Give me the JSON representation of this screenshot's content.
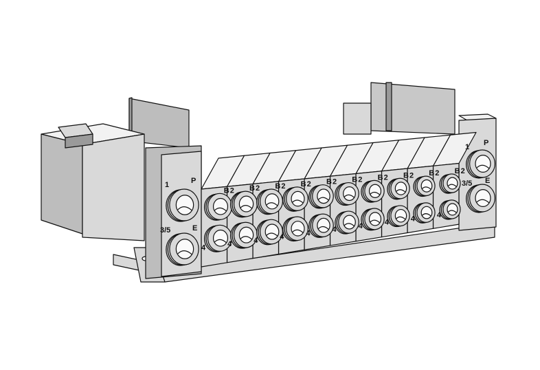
{
  "colors": {
    "body": "#d9d9d9",
    "side": "#bdbdbd",
    "dark": "#9a9a9a",
    "top": "#f2f2f2",
    "outline": "#111111"
  },
  "left_end": {
    "supply_num": "1",
    "supply_letter": "P",
    "exhaust_num": "3/5",
    "exhaust_letter": "E"
  },
  "right_end": {
    "supply_num": "1",
    "supply_letter": "P",
    "exhaust_num": "3/5",
    "exhaust_letter": "E"
  },
  "stations": [
    {
      "b_letter": "B",
      "b_num": "2",
      "a_num": "4"
    },
    {
      "b_letter": "B",
      "b_num": "2",
      "a_num": "4"
    },
    {
      "b_letter": "B",
      "b_num": "2",
      "a_num": "4"
    },
    {
      "b_letter": "B",
      "b_num": "2",
      "a_num": "4"
    },
    {
      "b_letter": "B",
      "b_num": "2",
      "a_num": "4"
    },
    {
      "b_letter": "B",
      "b_num": "2",
      "a_num": "4"
    },
    {
      "b_letter": "B",
      "b_num": "2",
      "a_num": "4"
    },
    {
      "b_letter": "B",
      "b_num": "2",
      "a_num": "4"
    },
    {
      "b_letter": "B",
      "b_num": "2",
      "a_num": "4"
    },
    {
      "b_letter": "B",
      "b_num": "2",
      "a_num": "4"
    }
  ]
}
